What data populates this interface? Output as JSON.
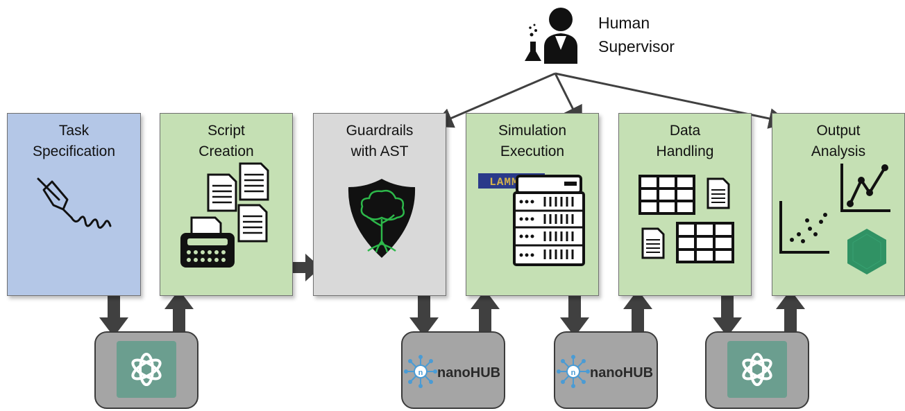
{
  "supervisor": {
    "label": "Human\nSupervisor"
  },
  "stages": [
    {
      "id": "task-specification",
      "title": "Task\nSpecification",
      "color": "#b4c7e7"
    },
    {
      "id": "script-creation",
      "title": "Script\nCreation",
      "color": "#c5e0b4"
    },
    {
      "id": "guardrails",
      "title": "Guardrails\nwith AST",
      "color": "#d9d9d9"
    },
    {
      "id": "simulation-execution",
      "title": "Simulation\nExecution",
      "color": "#c5e0b4"
    },
    {
      "id": "data-handling",
      "title": "Data\nHandling",
      "color": "#c5e0b4"
    },
    {
      "id": "output-analysis",
      "title": "Output\nAnalysis",
      "color": "#c5e0b4"
    }
  ],
  "tools": [
    {
      "id": "openai-1",
      "type": "openai"
    },
    {
      "id": "nanohub-1",
      "type": "nanohub",
      "label": "nanoHUB"
    },
    {
      "id": "nanohub-2",
      "type": "nanohub",
      "label": "nanoHUB"
    },
    {
      "id": "openai-2",
      "type": "openai"
    }
  ],
  "server_screen_text": "LAMMPS",
  "colors": {
    "openai_tile": "#6b9e8f",
    "nanohub_blue": "#4a9bd4",
    "tree_green": "#2db84a",
    "hex_green": "#1f8a5b",
    "arrow": "#404040"
  }
}
